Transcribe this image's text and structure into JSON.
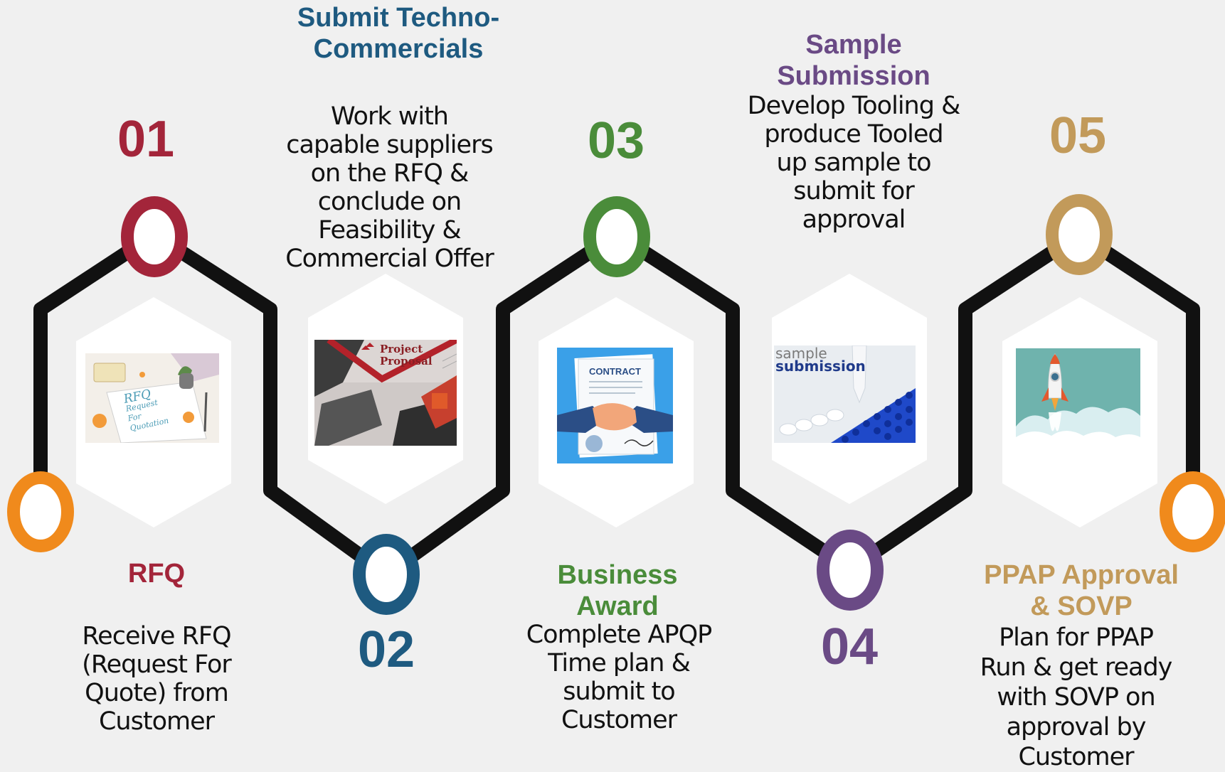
{
  "colors": {
    "background": "#f0f0f0",
    "path": "#111111",
    "step1": "#a3253a",
    "step2": "#1e5a80",
    "step3": "#4a8c3a",
    "step4": "#6a4a85",
    "step5": "#c29a5a",
    "endpoint": "#f08a1c"
  },
  "steps": [
    {
      "number": "01",
      "title": "RFQ",
      "description": "Receive RFQ (Request For Quote) from Customer",
      "desc_lines": [
        "Receive RFQ",
        "(Request For",
        "Quote) from",
        "Customer"
      ],
      "image": {
        "icon": "rfq-notebook-icon",
        "texts": [
          "RFQ",
          "Request",
          "For",
          "Quotation"
        ]
      }
    },
    {
      "number": "02",
      "title": "Submit Techno-Commercials",
      "title_lines": [
        "Submit Techno-",
        "Commercials"
      ],
      "description": "Work with capable suppliers on the RFQ & conclude on Feasibility & Commercial Offer",
      "desc_lines": [
        "Work with",
        "capable suppliers",
        "on the RFQ &",
        "conclude on",
        "Feasibility &",
        "Commercial Offer"
      ],
      "image": {
        "icon": "project-proposal-icon",
        "texts": [
          "Project",
          "Proposal"
        ]
      }
    },
    {
      "number": "03",
      "title": "Business Award",
      "title_lines": [
        "Business",
        "Award"
      ],
      "description": "Complete APQP Time plan & submit to Customer",
      "desc_lines": [
        "Complete APQP",
        "Time plan &",
        "submit to",
        "Customer"
      ],
      "image": {
        "icon": "contract-handshake-icon",
        "texts": [
          "CONTRACT"
        ]
      }
    },
    {
      "number": "04",
      "title": "Sample Submission",
      "title_lines": [
        "Sample",
        "Submission"
      ],
      "description": "Develop Tooling & produce Tooled up sample to submit for approval",
      "desc_lines": [
        "Develop Tooling &",
        "produce Tooled",
        "up sample to",
        "submit for",
        "approval"
      ],
      "image": {
        "icon": "sample-tray-icon",
        "texts": [
          "sample",
          "submission"
        ]
      }
    },
    {
      "number": "05",
      "title": "PPAP Approval & SOVP",
      "title_lines": [
        "PPAP Approval",
        "& SOVP"
      ],
      "description": "Plan for PPAP Run & get ready with SOVP on approval by Customer",
      "desc_lines": [
        "Plan for PPAP",
        "Run & get ready",
        "with SOVP on",
        "approval by",
        "Customer"
      ],
      "image": {
        "icon": "rocket-launch-icon",
        "texts": []
      }
    }
  ]
}
